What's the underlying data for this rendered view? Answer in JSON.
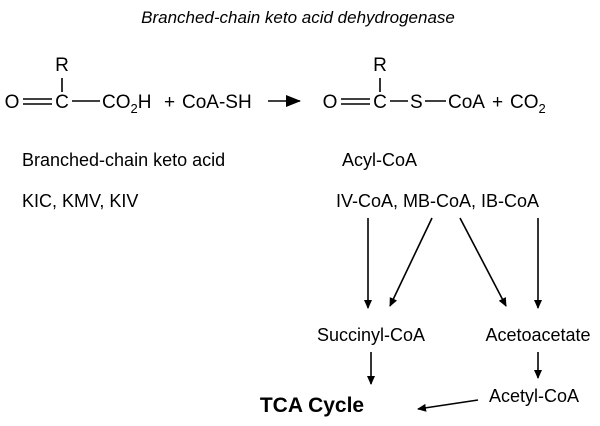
{
  "enzyme_title": "Branched-chain keto acid dehydrogenase",
  "reaction": {
    "reactant": {
      "r_group": "R",
      "o_atom": "O",
      "c_atom": "C",
      "co2h_main": "CO",
      "co2h_sub": "2",
      "co2h_tail": "H",
      "plus1": "+",
      "coash": "CoA-SH"
    },
    "product": {
      "r_group": "R",
      "o_atom": "O",
      "c_atom": "C",
      "s_atom": "S",
      "coa": "CoA",
      "plus2": "+",
      "co2_main": "CO",
      "co2_sub": "2"
    }
  },
  "left_labels": {
    "class_name": "Branched-chain keto acid",
    "examples": "KIC, KMV, KIV"
  },
  "right_labels": {
    "class_name": "Acyl-CoA",
    "examples": "IV-CoA, MB-CoA, IB-CoA"
  },
  "products": {
    "succinyl": "Succinyl-CoA",
    "acetoacetate": "Acetoacetate",
    "tca": "TCA Cycle",
    "acetyl": "Acetyl-CoA"
  },
  "colors": {
    "ink": "#000000",
    "background": "#ffffff"
  }
}
